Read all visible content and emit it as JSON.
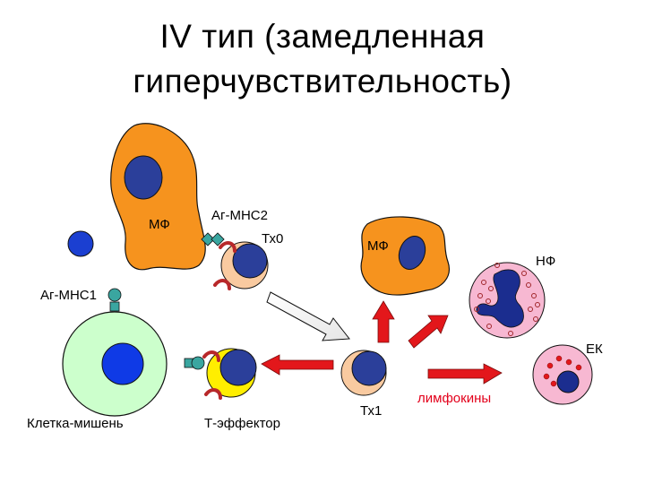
{
  "title": {
    "line1": "IV тип (замедленная",
    "line2": "гиперчувствительность)"
  },
  "labels": {
    "macrophage_1": "МФ",
    "ag_mhc2": "Аг-МНС2",
    "th0": "Тх0",
    "macrophage_2": "МФ",
    "neutrophil": "НФ",
    "ag_mhc1": "Аг-МНС1",
    "nk_cell": "ЕК",
    "target_cell": "Клетка-мишень",
    "t_effector": "Т-эффектор",
    "th1": "Тх1",
    "lymphokines": "лимфокины"
  },
  "colors": {
    "macrophage": "#f6931e",
    "nucleus": "#2b3f9a",
    "free_antigen": "#1b3fd1",
    "lymphocyte_body": "#f9caa0",
    "effector_body": "#ffee00",
    "target_cytoplasm": "#ccffcc",
    "target_nucleus": "#0f3ae6",
    "granulocyte": "#f7b8d2",
    "nk_nucleus": "#1b2d8f",
    "receptor": "#b8282a",
    "mhc_teal": "#3aa6a0",
    "arrow_red": "#e3171b",
    "lymphokine_text": "#e3001b"
  },
  "icons": [
    "macrophage-cell",
    "lymphocyte-cell",
    "neutrophil-cell",
    "nk-cell",
    "target-cell",
    "antigen-mhc-marker",
    "activation-arrow"
  ]
}
